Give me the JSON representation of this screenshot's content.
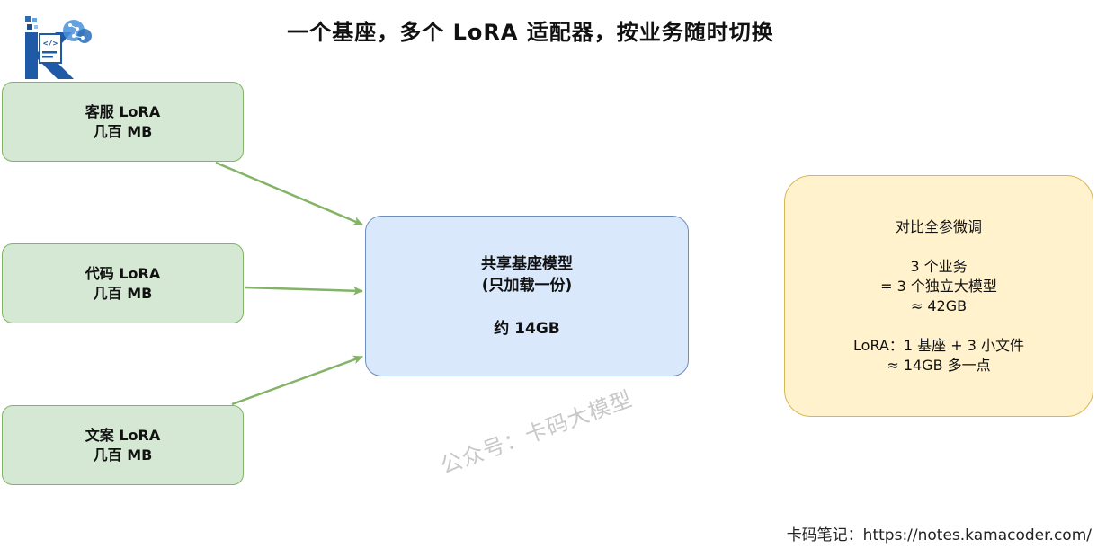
{
  "title": "一个基座，多个 LoRA 适配器，按业务随时切换",
  "adapters": [
    {
      "name": "客服 LoRA",
      "size": "几百 MB"
    },
    {
      "name": "代码 LoRA",
      "size": "几百 MB"
    },
    {
      "name": "文案 LoRA",
      "size": "几百 MB"
    }
  ],
  "base_model": {
    "line1": "共享基座模型",
    "line2": "(只加载一份)",
    "size": "约 14GB"
  },
  "comparison": {
    "heading": "对比全参微调",
    "line1": "3 个业务",
    "line2": "= 3 个独立大模型",
    "line3": "≈ 42GB",
    "line4": "LoRA：1 基座 + 3 小文件",
    "line5": "≈ 14GB 多一点"
  },
  "watermark": "公众号：卡码大模型",
  "footer": "卡码笔记：https://notes.kamacoder.com/",
  "colors": {
    "adapter_fill": "#d5e8d4",
    "adapter_stroke": "#82b366",
    "arrow": "#82b366",
    "base_fill": "#dae8fc",
    "base_stroke": "#6c8ebf",
    "compare_fill": "#fff2cc",
    "compare_stroke": "#d6b656"
  }
}
